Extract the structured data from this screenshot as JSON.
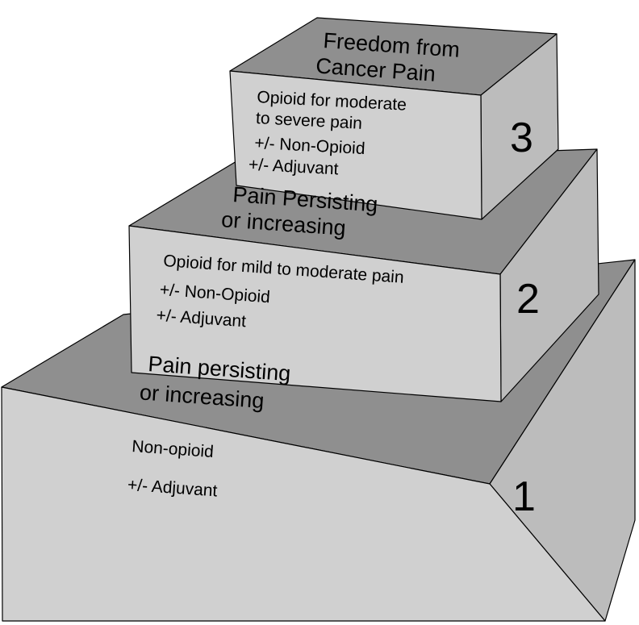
{
  "steps": [
    {
      "number": "1",
      "lines": [
        "Non-opioid",
        "+/- Adjuvant"
      ]
    },
    {
      "number": "2",
      "lines": [
        "Opioid for mild to moderate pain",
        "+/- Non-Opioid",
        "+/- Adjuvant"
      ]
    },
    {
      "number": "3",
      "lines": [
        "Opioid for moderate",
        "to severe pain",
        "+/- Non-Opioid",
        "+/- Adjuvant"
      ]
    }
  ],
  "transitions": [
    {
      "lines": [
        "Pain persisting",
        "or increasing"
      ]
    },
    {
      "lines": [
        "Pain Persisting",
        "or increasing"
      ]
    }
  ],
  "goal": {
    "lines": [
      "Freedom from",
      "Cancer Pain"
    ]
  },
  "colors": {
    "top_face": "#8f8f8f",
    "front_face": "#d0d0d0",
    "side_face": "#bcbcbc",
    "outline": "#000000"
  }
}
